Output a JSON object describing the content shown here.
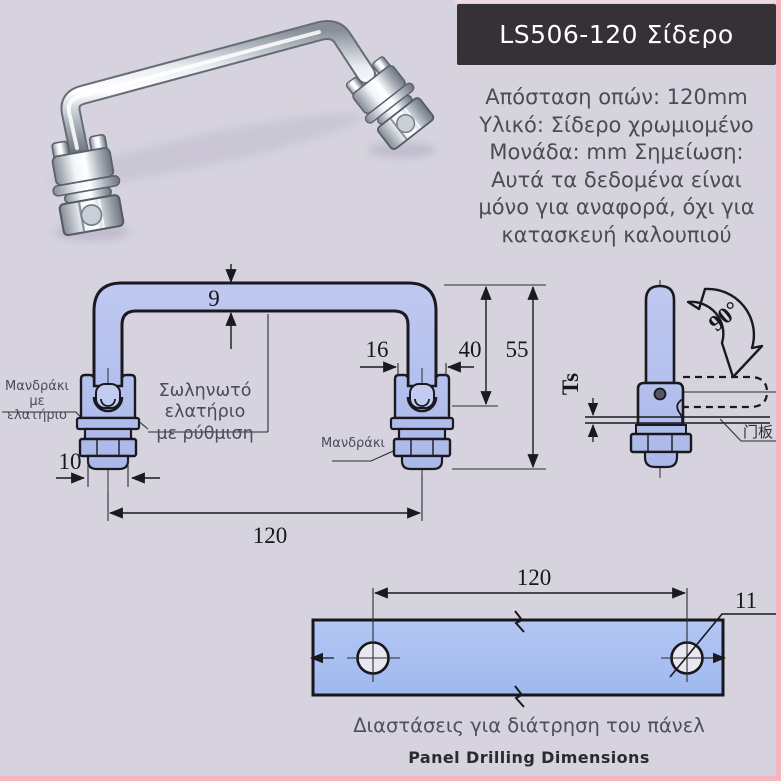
{
  "header": {
    "title": "LS506-120 Σίδερο",
    "bg": "#353137"
  },
  "info": {
    "lines": [
      "Απόσταση οπών: 120mm",
      "Υλικό: Σίδερο χρωμιομένο",
      "Μονάδα: mm Σημείωση:",
      "Αυτά τα δεδομένα είναι",
      "μόνο για αναφορά, όχι για",
      "κατασκευή καλουπιού"
    ]
  },
  "drawing": {
    "dims": {
      "tube_diameter": "9",
      "clamp_width": "16",
      "height_to_clamp": "40",
      "total_height": "55",
      "stud_width": "10",
      "hole_spacing": "120",
      "panel_thickness": "Ts",
      "rotation_angle": "90°"
    },
    "labels": {
      "left": [
        "Μανδράκι",
        "με",
        "ελατήριο"
      ],
      "middle": [
        "Σωληνωτό",
        "ελατήριο",
        "με ρύθμιση"
      ],
      "right": "Μανδράκι",
      "panel": "门板"
    },
    "colors": {
      "handle_fill": "#b7c3ee",
      "line": "#1a191f"
    }
  },
  "drilling": {
    "hole_spacing": "120",
    "hole_diameter": "11",
    "panel_fill": "#a8c1f1",
    "caption_el": "Διαστάσεις για διάτρηση του πάνελ",
    "caption_en": "Panel Drilling Dimensions"
  },
  "page": {
    "background": "#d6d3de",
    "edge_pink": "#f3b7bb"
  }
}
